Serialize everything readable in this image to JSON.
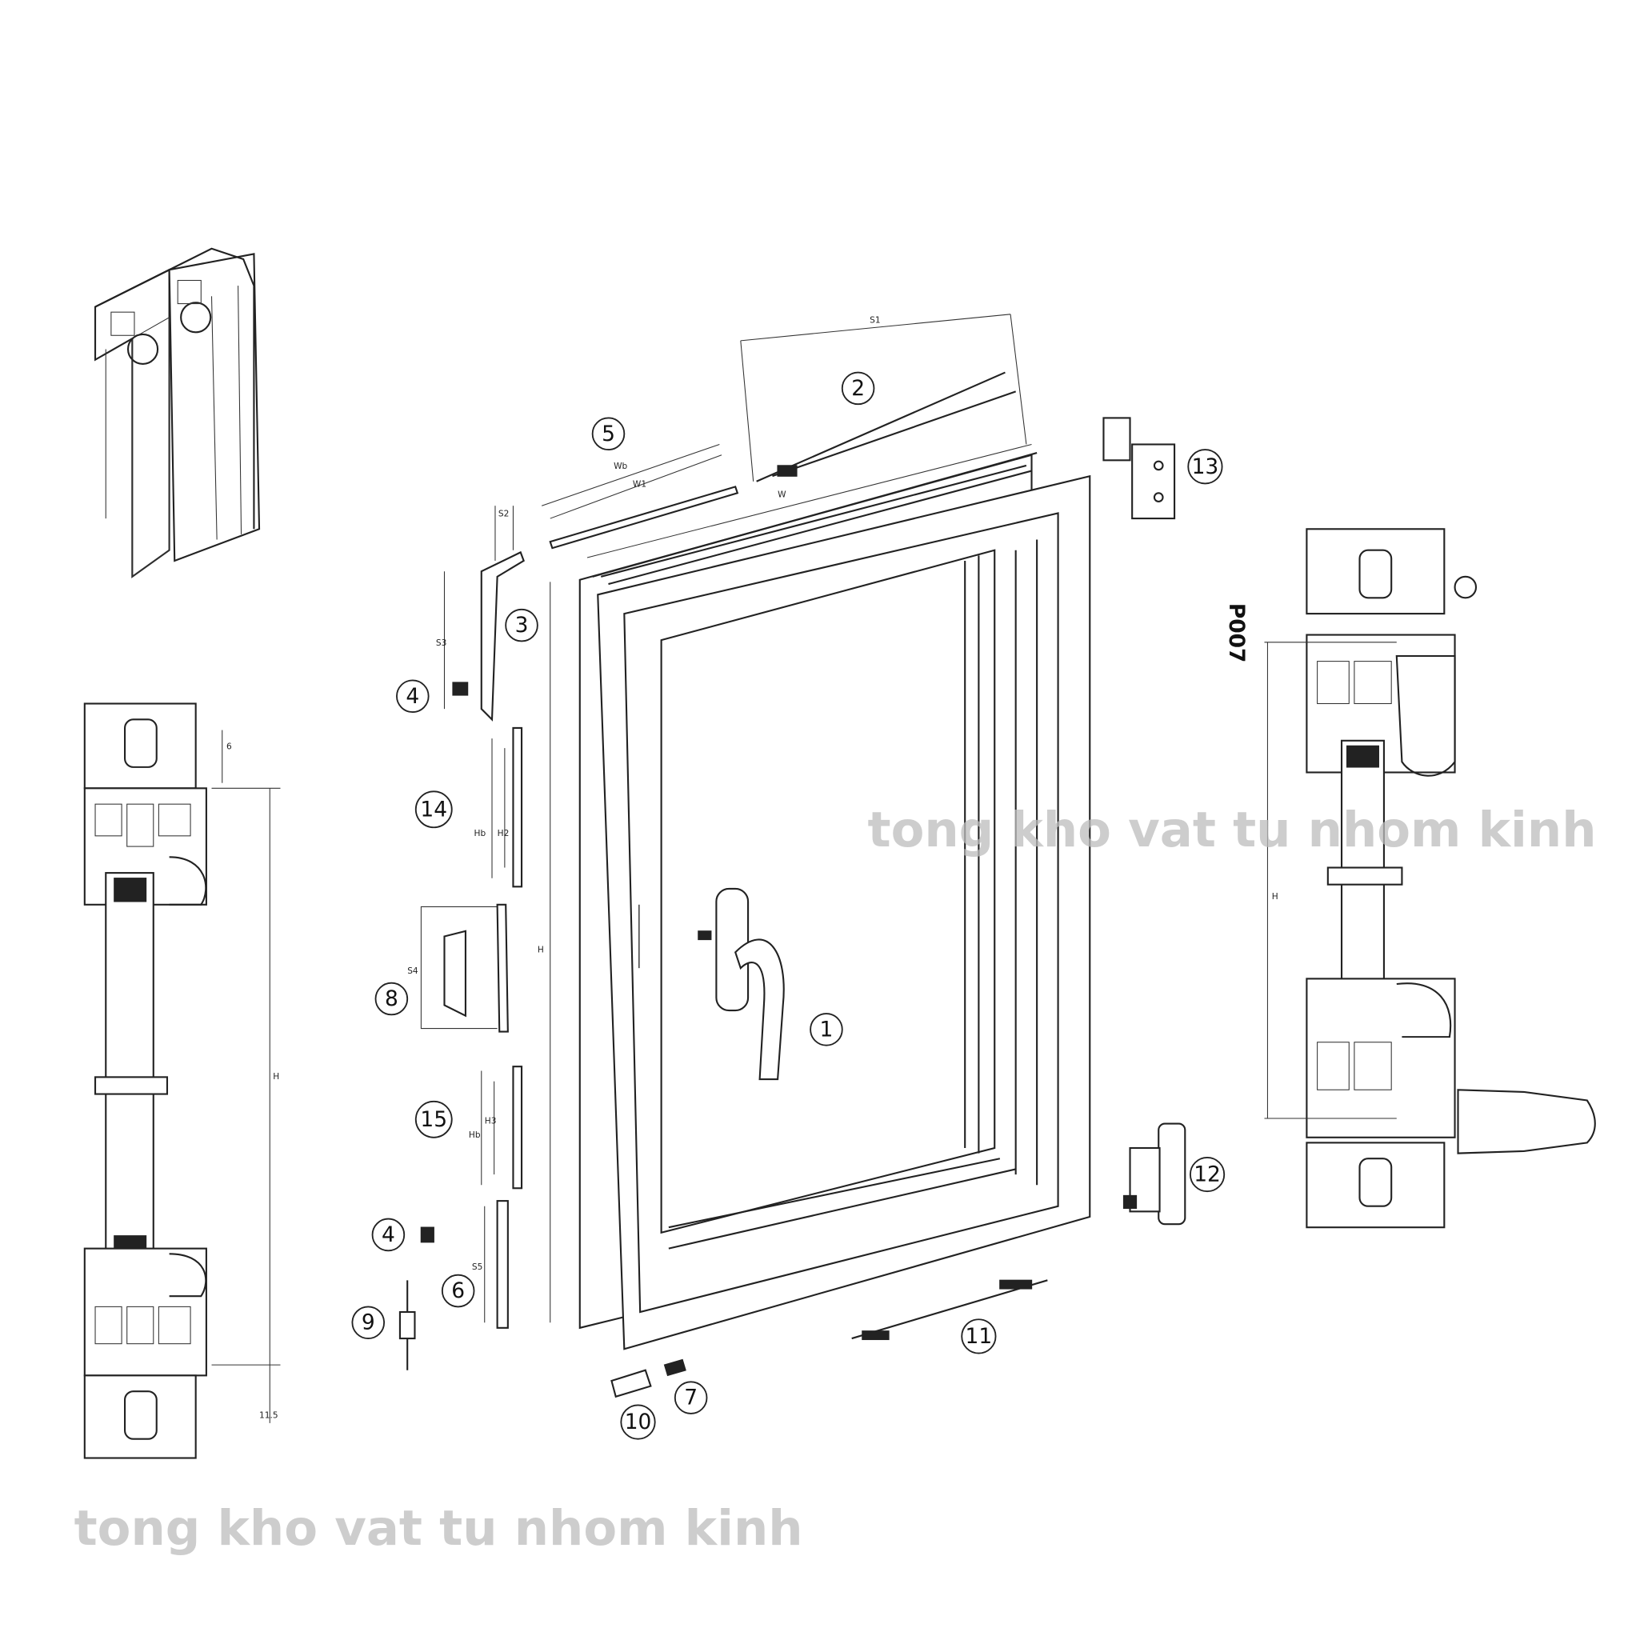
{
  "callouts": {
    "c1": "1",
    "c2": "2",
    "c3": "3",
    "c4a": "4",
    "c4b": "4",
    "c5": "5",
    "c6": "6",
    "c7": "7",
    "c8": "8",
    "c9": "9",
    "c10": "10",
    "c11": "11",
    "c12": "12",
    "c13": "13",
    "c14": "14",
    "c15": "15"
  },
  "dimensions": {
    "s1": "S1",
    "w": "W",
    "wb": "Wb",
    "w1": "W1",
    "s2": "S2",
    "s3": "S3",
    "hb14": "Hb",
    "h2": "H2",
    "s4": "S4",
    "hb15": "Hb",
    "h3": "H3",
    "s5": "S5",
    "h_window": "H",
    "h_left": "H",
    "h_right": "H",
    "d6": "6",
    "d115": "11.5"
  },
  "section_label": "P007",
  "watermark": {
    "left": "tong kho vat tu nhom kinh",
    "right": "tong kho vat tu nhom kinh"
  }
}
